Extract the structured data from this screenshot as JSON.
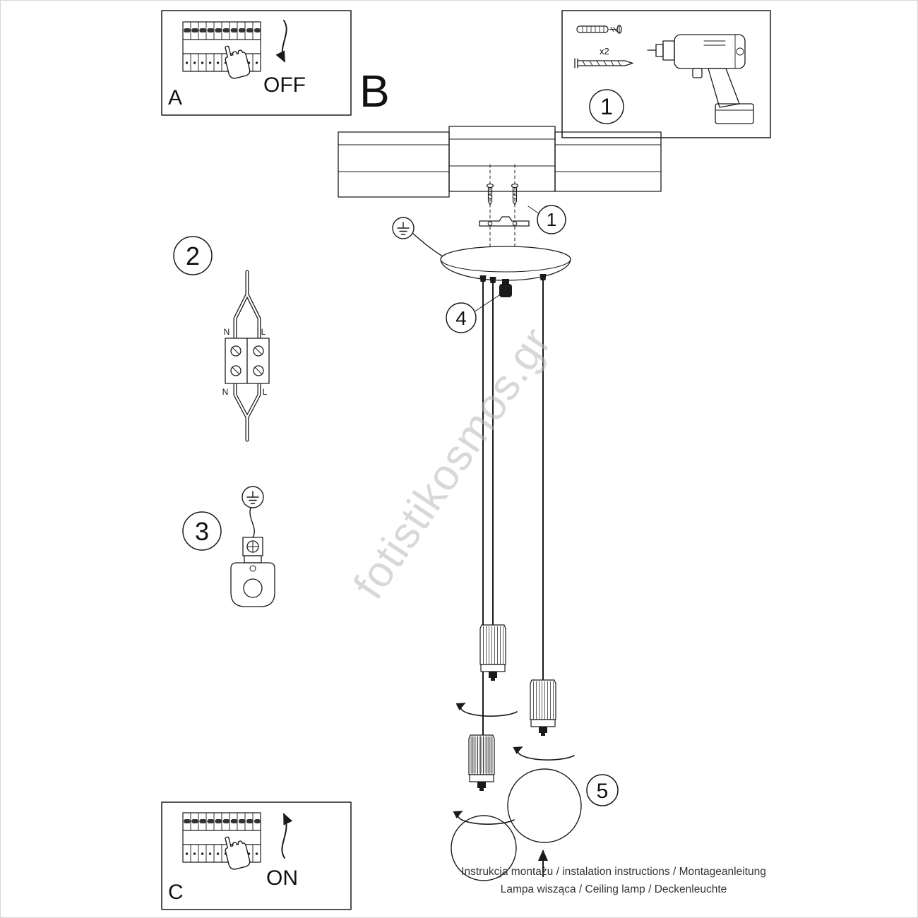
{
  "watermark": "fotistikosmos.gr",
  "footer": {
    "line1": "Instrukcja montażu / instalation instructions / Montageanleitung",
    "line2": "Lampa wisząca / Ceiling lamp / Deckenleuchte"
  },
  "panels": {
    "a": {
      "label": "A",
      "state": "OFF"
    },
    "b": {
      "label": "B"
    },
    "c": {
      "label": "C",
      "state": "ON"
    }
  },
  "callouts": {
    "tools": "1",
    "screws": "1",
    "wiring": "2",
    "ground": "3",
    "lock": "4",
    "bulb": "5"
  },
  "tools": {
    "dowel_qty": "x2"
  },
  "wiring": {
    "n_top": "N",
    "l_top": "L",
    "n_bottom": "N",
    "l_bottom": "L"
  },
  "colors": {
    "line": "#1a1a1a",
    "watermark": "#b9b9b9"
  }
}
